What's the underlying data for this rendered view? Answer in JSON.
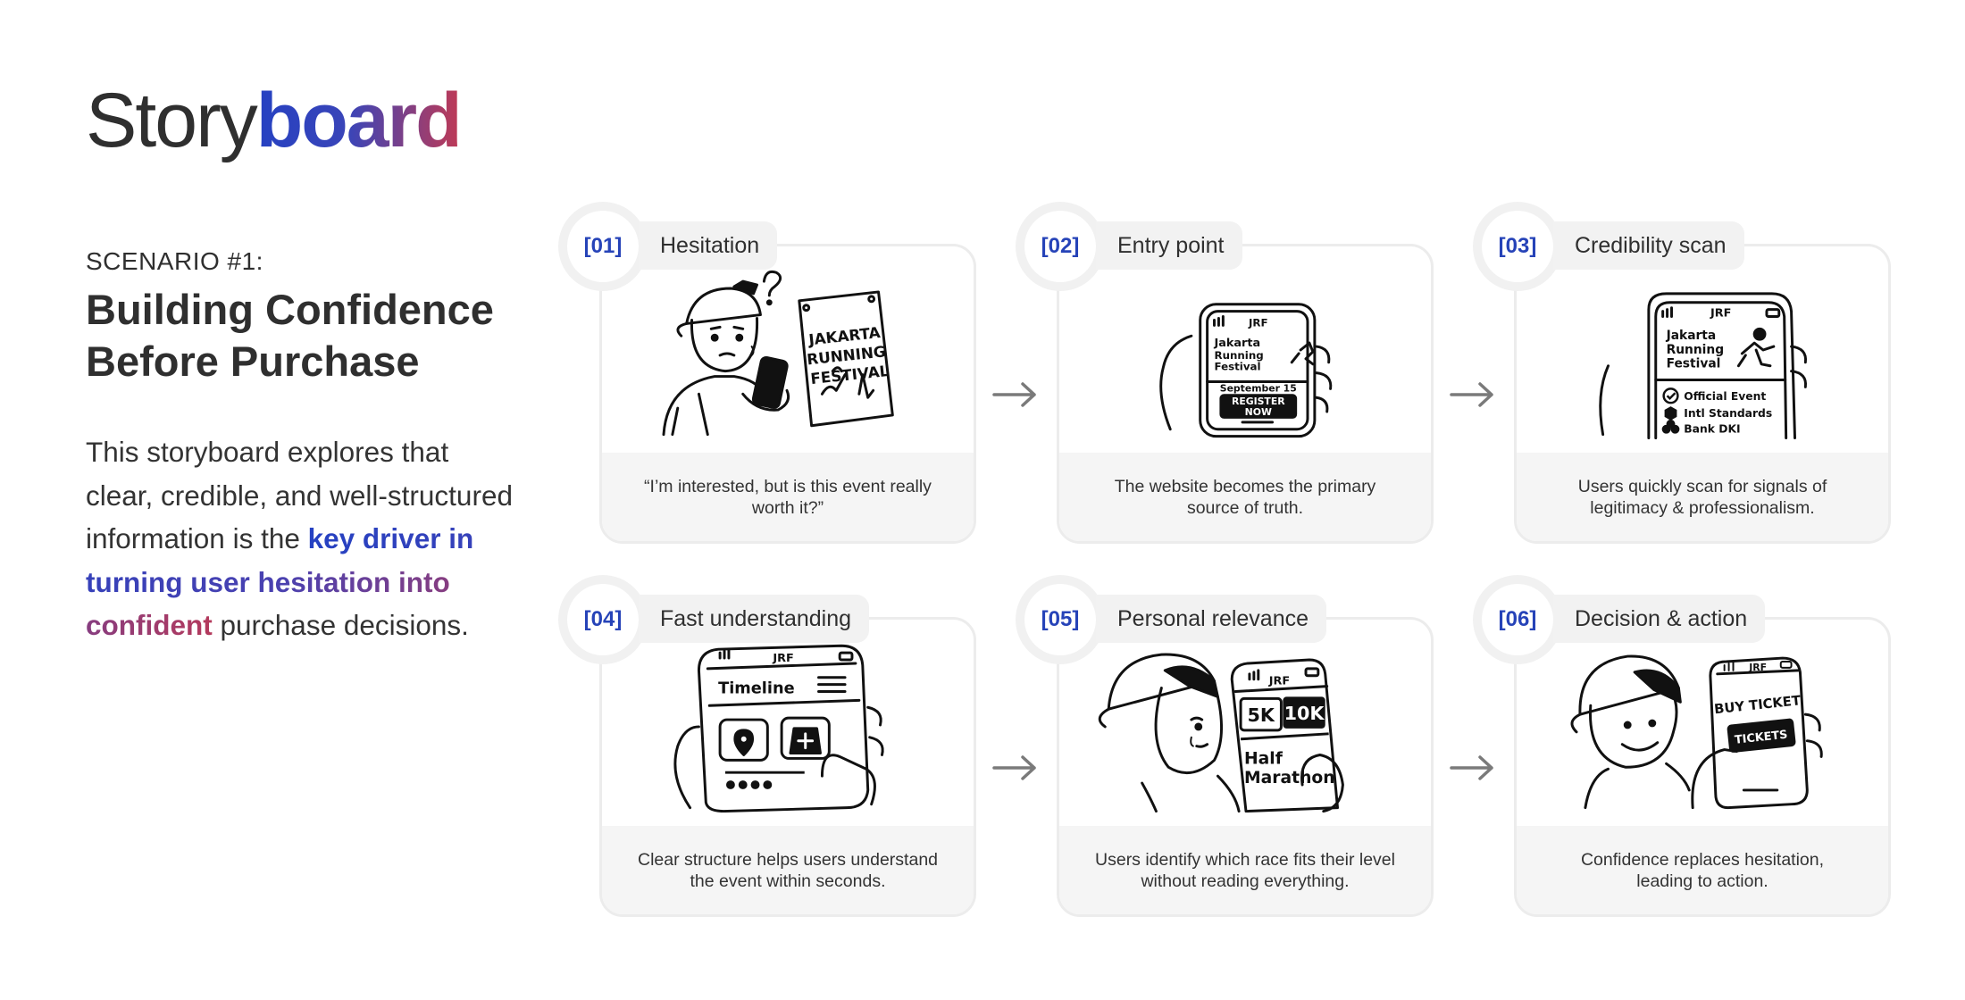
{
  "title": {
    "part1": "Story",
    "part2": "board"
  },
  "scenario": {
    "label": "SCENARIO #1:",
    "heading": "Building Confidence Before Purchase",
    "desc_before": "This storyboard explores that clear, credible, and well-structured information is the ",
    "desc_highlight": "key driver in turning user hesitation into confident",
    "desc_after": " purchase decisions."
  },
  "cards": [
    {
      "number": "[01]",
      "title": "Hesitation",
      "caption": "“I’m interested, but is this event really worth it?”",
      "poster_text": [
        "JAKARTA",
        "RUNNING",
        "FESTIVAL"
      ]
    },
    {
      "number": "[02]",
      "title": "Entry point",
      "caption": "The website becomes the primary source of truth.",
      "phone_text": [
        "JRF",
        "Jakarta",
        "Running",
        "Festival",
        "September 15",
        "REGISTER",
        "NOW"
      ]
    },
    {
      "number": "[03]",
      "title": "Credibility scan",
      "caption": "Users quickly scan for signals of legitimacy & professionalism.",
      "phone_text": [
        "JRF",
        "Jakarta",
        "Running",
        "Festival",
        "Official Event",
        "Intl Standards",
        "Bank DKI"
      ]
    },
    {
      "number": "[04]",
      "title": "Fast understanding",
      "caption": "Clear structure helps users understand the event within seconds.",
      "phone_text": [
        "JRF",
        "Timeline"
      ]
    },
    {
      "number": "[05]",
      "title": "Personal relevance",
      "caption": "Users identify which race fits their level without reading everything.",
      "phone_text": [
        "JRF",
        "5K",
        "10K",
        "Half",
        "Marathon"
      ]
    },
    {
      "number": "[06]",
      "title": "Decision & action",
      "caption": "Confidence replaces hesitation, leading to action.",
      "phone_text": [
        "JRF",
        "BUY TICKET",
        "TICKETS"
      ]
    }
  ]
}
